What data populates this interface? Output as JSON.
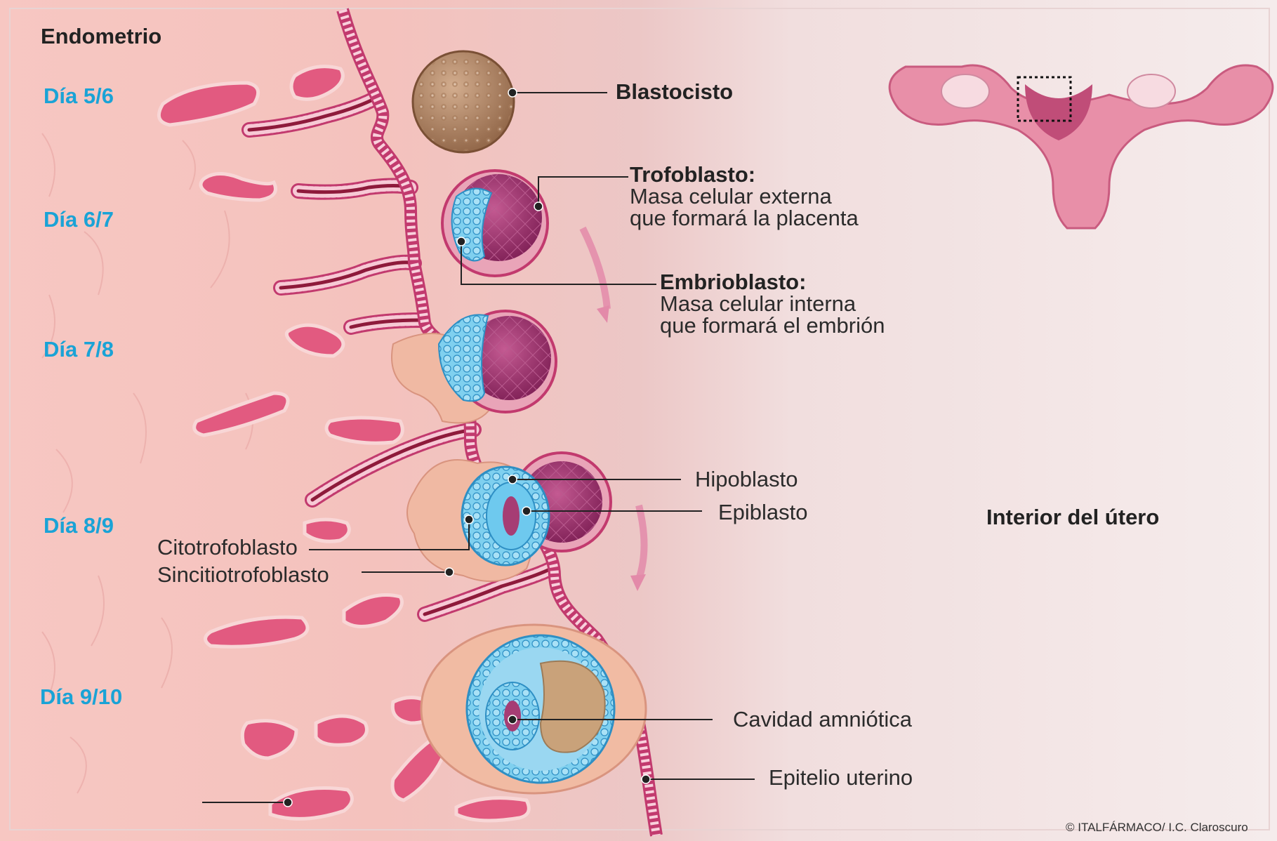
{
  "labels": {
    "endometrio": "Endometrio",
    "interior": "Interior del útero",
    "blastocisto": "Blastocisto",
    "trofoblasto_title": "Trofoblasto:",
    "trofoblasto_line1": "Masa celular externa",
    "trofoblasto_line2": "que formará la placenta",
    "embrioblasto_title": "Embrioblasto:",
    "embrioblasto_line1": "Masa celular interna",
    "embrioblasto_line2": "que formará el embrión",
    "hipoblasto": "Hipoblasto",
    "epiblasto": "Epiblasto",
    "citotrofoblasto": "Citotrofoblasto",
    "sincitiotrofoblasto": "Sincitiotrofoblasto",
    "cavidad": "Cavidad amniótica",
    "epitelio": "Epitelio uterino",
    "copyright": "© ITALFÁRMACO/ I.C. Claroscuro"
  },
  "days": [
    "Día 5/6",
    "Día 6/7",
    "Día 7/8",
    "Día 8/9",
    "Día 9/10"
  ],
  "colors": {
    "endometrium": "#f6c4c0",
    "uterus_interior": "#f4e6e6",
    "vessel": "#e0567a",
    "membrane": "#c23a6e",
    "trophoblast": "#9c2a63",
    "embryoblast": "#5bbde6",
    "blastocyst_early": "#b58a6a",
    "day_label": "#1aa3d6",
    "yolk": "#c9a27a"
  }
}
